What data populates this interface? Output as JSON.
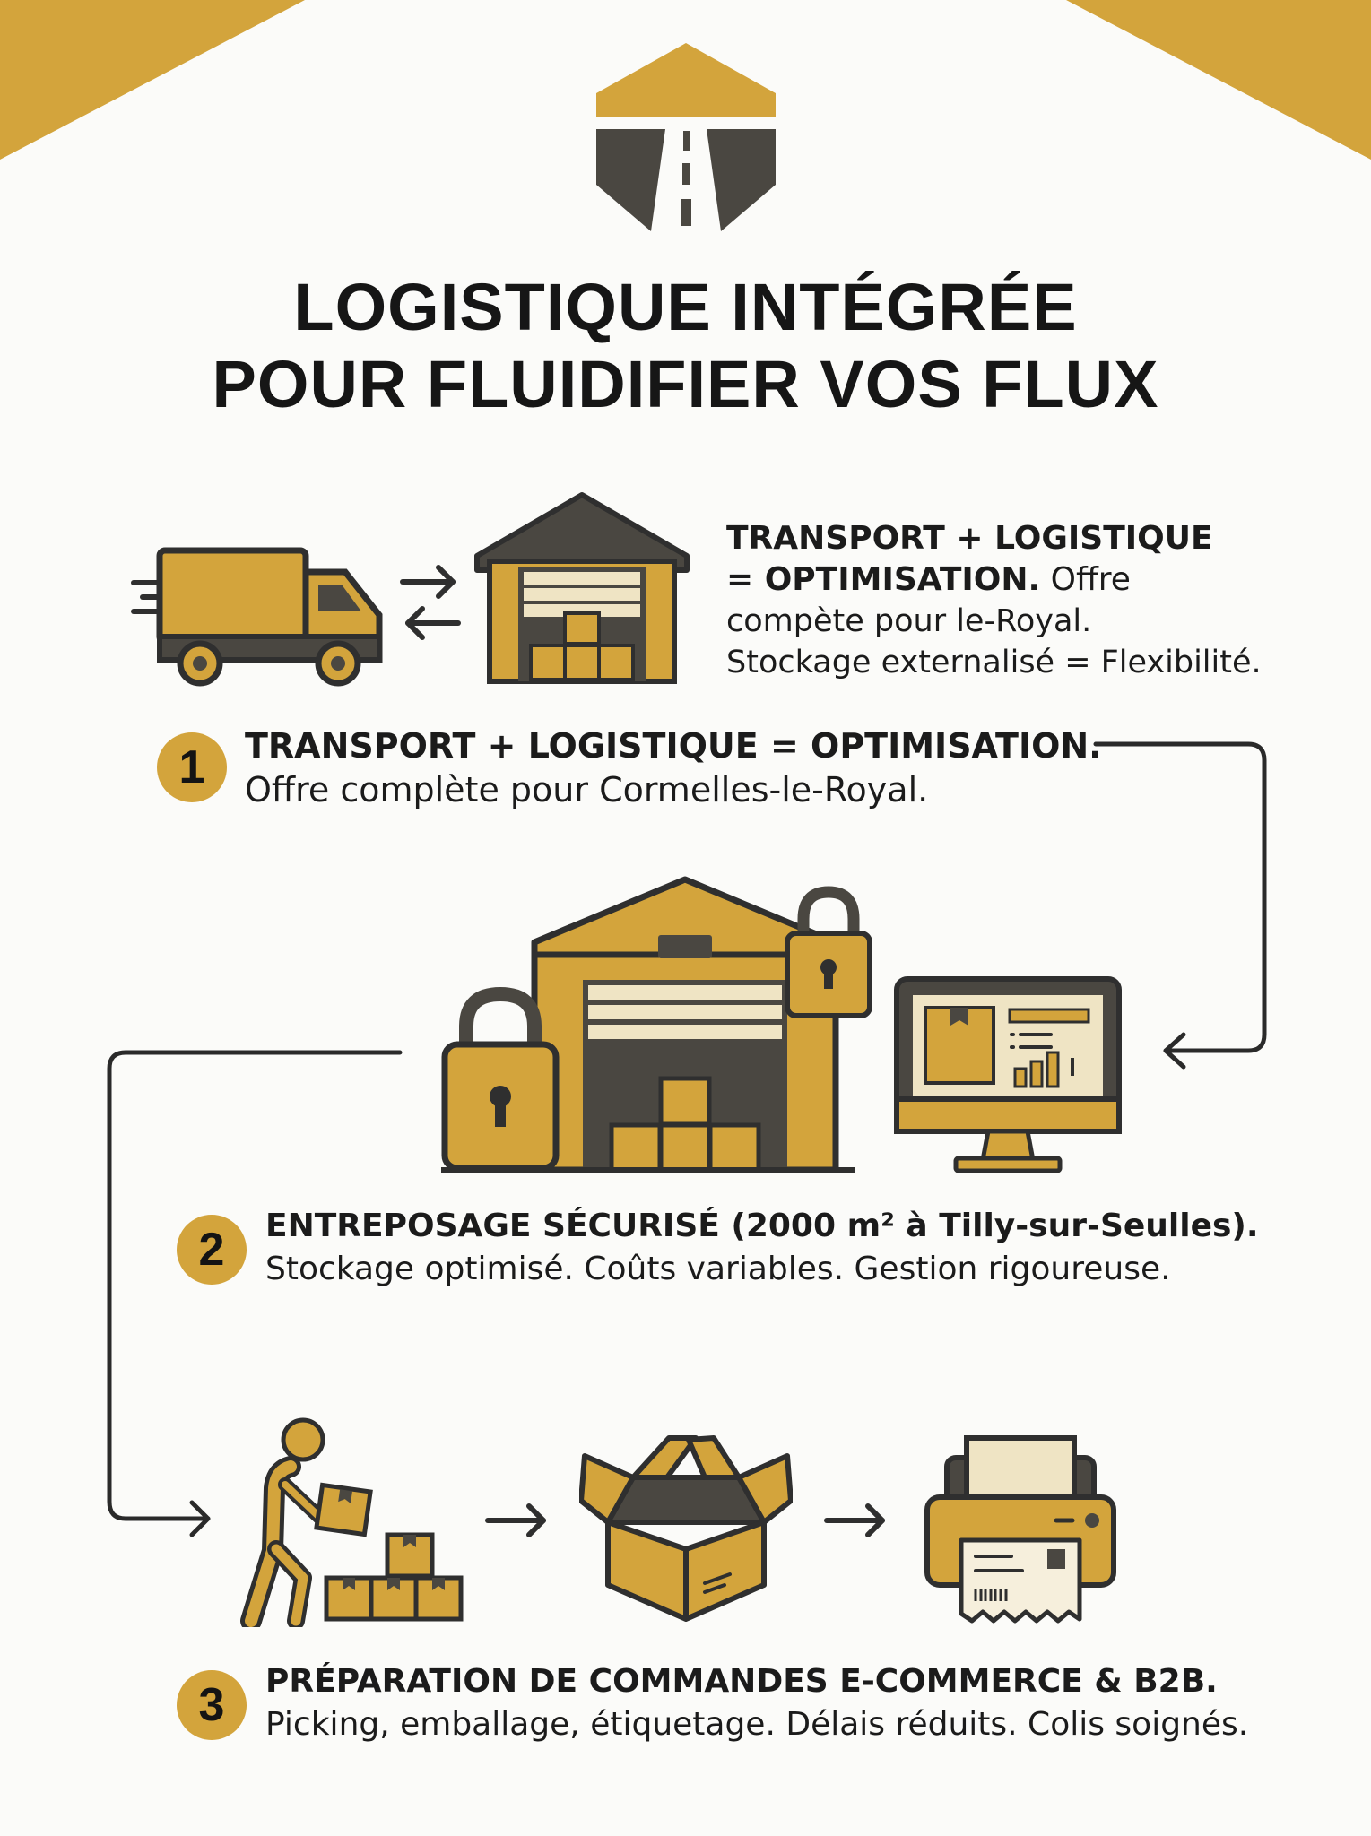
{
  "colors": {
    "accent": "#d3a43c",
    "dark": "#4a4741",
    "ink": "#1b1b1b",
    "background": "#fbfbf9"
  },
  "logo": {
    "icon": "road-house-logo-icon"
  },
  "title": {
    "line1": "LOGISTIQUE INTÉGRÉE",
    "line2": "POUR FLUIDIFIER VOS FLUX"
  },
  "intro": {
    "icons": [
      "delivery-truck-icon",
      "exchange-arrows-icon",
      "warehouse-icon"
    ],
    "line1": "TRANSPORT + LOGISTIQUE",
    "line2_bold": "= OPTIMISATION.",
    "line2_rest": " Offre",
    "line3": "compète pour le-Royal.",
    "line4": "Stockage externalisé = Flexibilité."
  },
  "steps": [
    {
      "number": "1",
      "heading": "TRANSPORT + LOGISTIQUE = OPTIMISATION.",
      "text": "Offre complète pour Cormelles-le-Royal."
    },
    {
      "number": "2",
      "heading": "ENTREPOSAGE SÉCURISÉ (2000 m² à Tilly-sur-Seulles).",
      "text": "Stockage optimisé. Coûts variables. Gestion rigoureuse.",
      "icons": [
        "secured-warehouse-icon",
        "padlock-icon",
        "monitor-dashboard-icon"
      ]
    },
    {
      "number": "3",
      "heading": "PRÉPARATION DE COMMANDES E-COMMERCE & B2B.",
      "text": "Picking, emballage, étiquetage. Délais réduits. Colis soignés.",
      "icons": [
        "picker-worker-icon",
        "open-box-icon",
        "label-printer-icon"
      ]
    }
  ]
}
